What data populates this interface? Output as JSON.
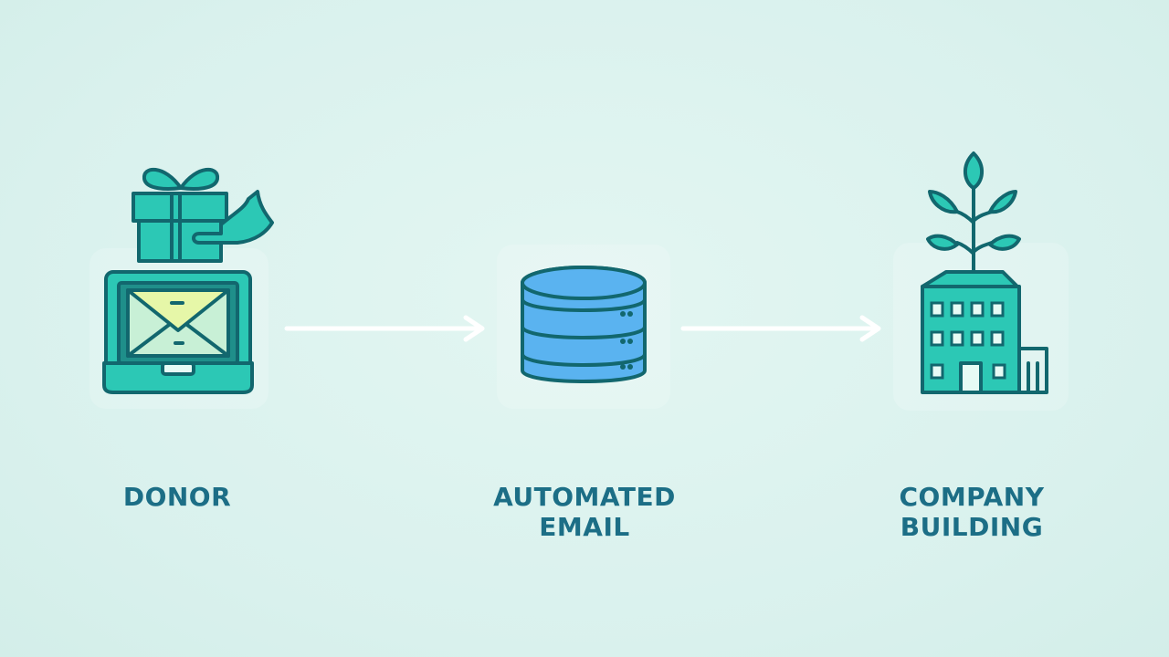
{
  "diagram": {
    "colors": {
      "background": "#dcf3ef",
      "icon_stroke": "#12676e",
      "teal_fill": "#2cc8b5",
      "database_fill": "#5ab3f0",
      "arrow": "#ffffff",
      "label_text": "#1c6e86"
    },
    "nodes": [
      {
        "id": "donor",
        "icon": "gift-laptop-email-icon",
        "label_lines": [
          "DONOR"
        ]
      },
      {
        "id": "automated-email",
        "icon": "database-icon",
        "label_lines": [
          "AUTOMATED",
          "EMAIL"
        ]
      },
      {
        "id": "company-building",
        "icon": "building-plant-icon",
        "label_lines": [
          "COMPANY",
          "BUILDING"
        ]
      }
    ],
    "edges": [
      {
        "from": "donor",
        "to": "automated-email"
      },
      {
        "from": "automated-email",
        "to": "company-building"
      }
    ]
  }
}
